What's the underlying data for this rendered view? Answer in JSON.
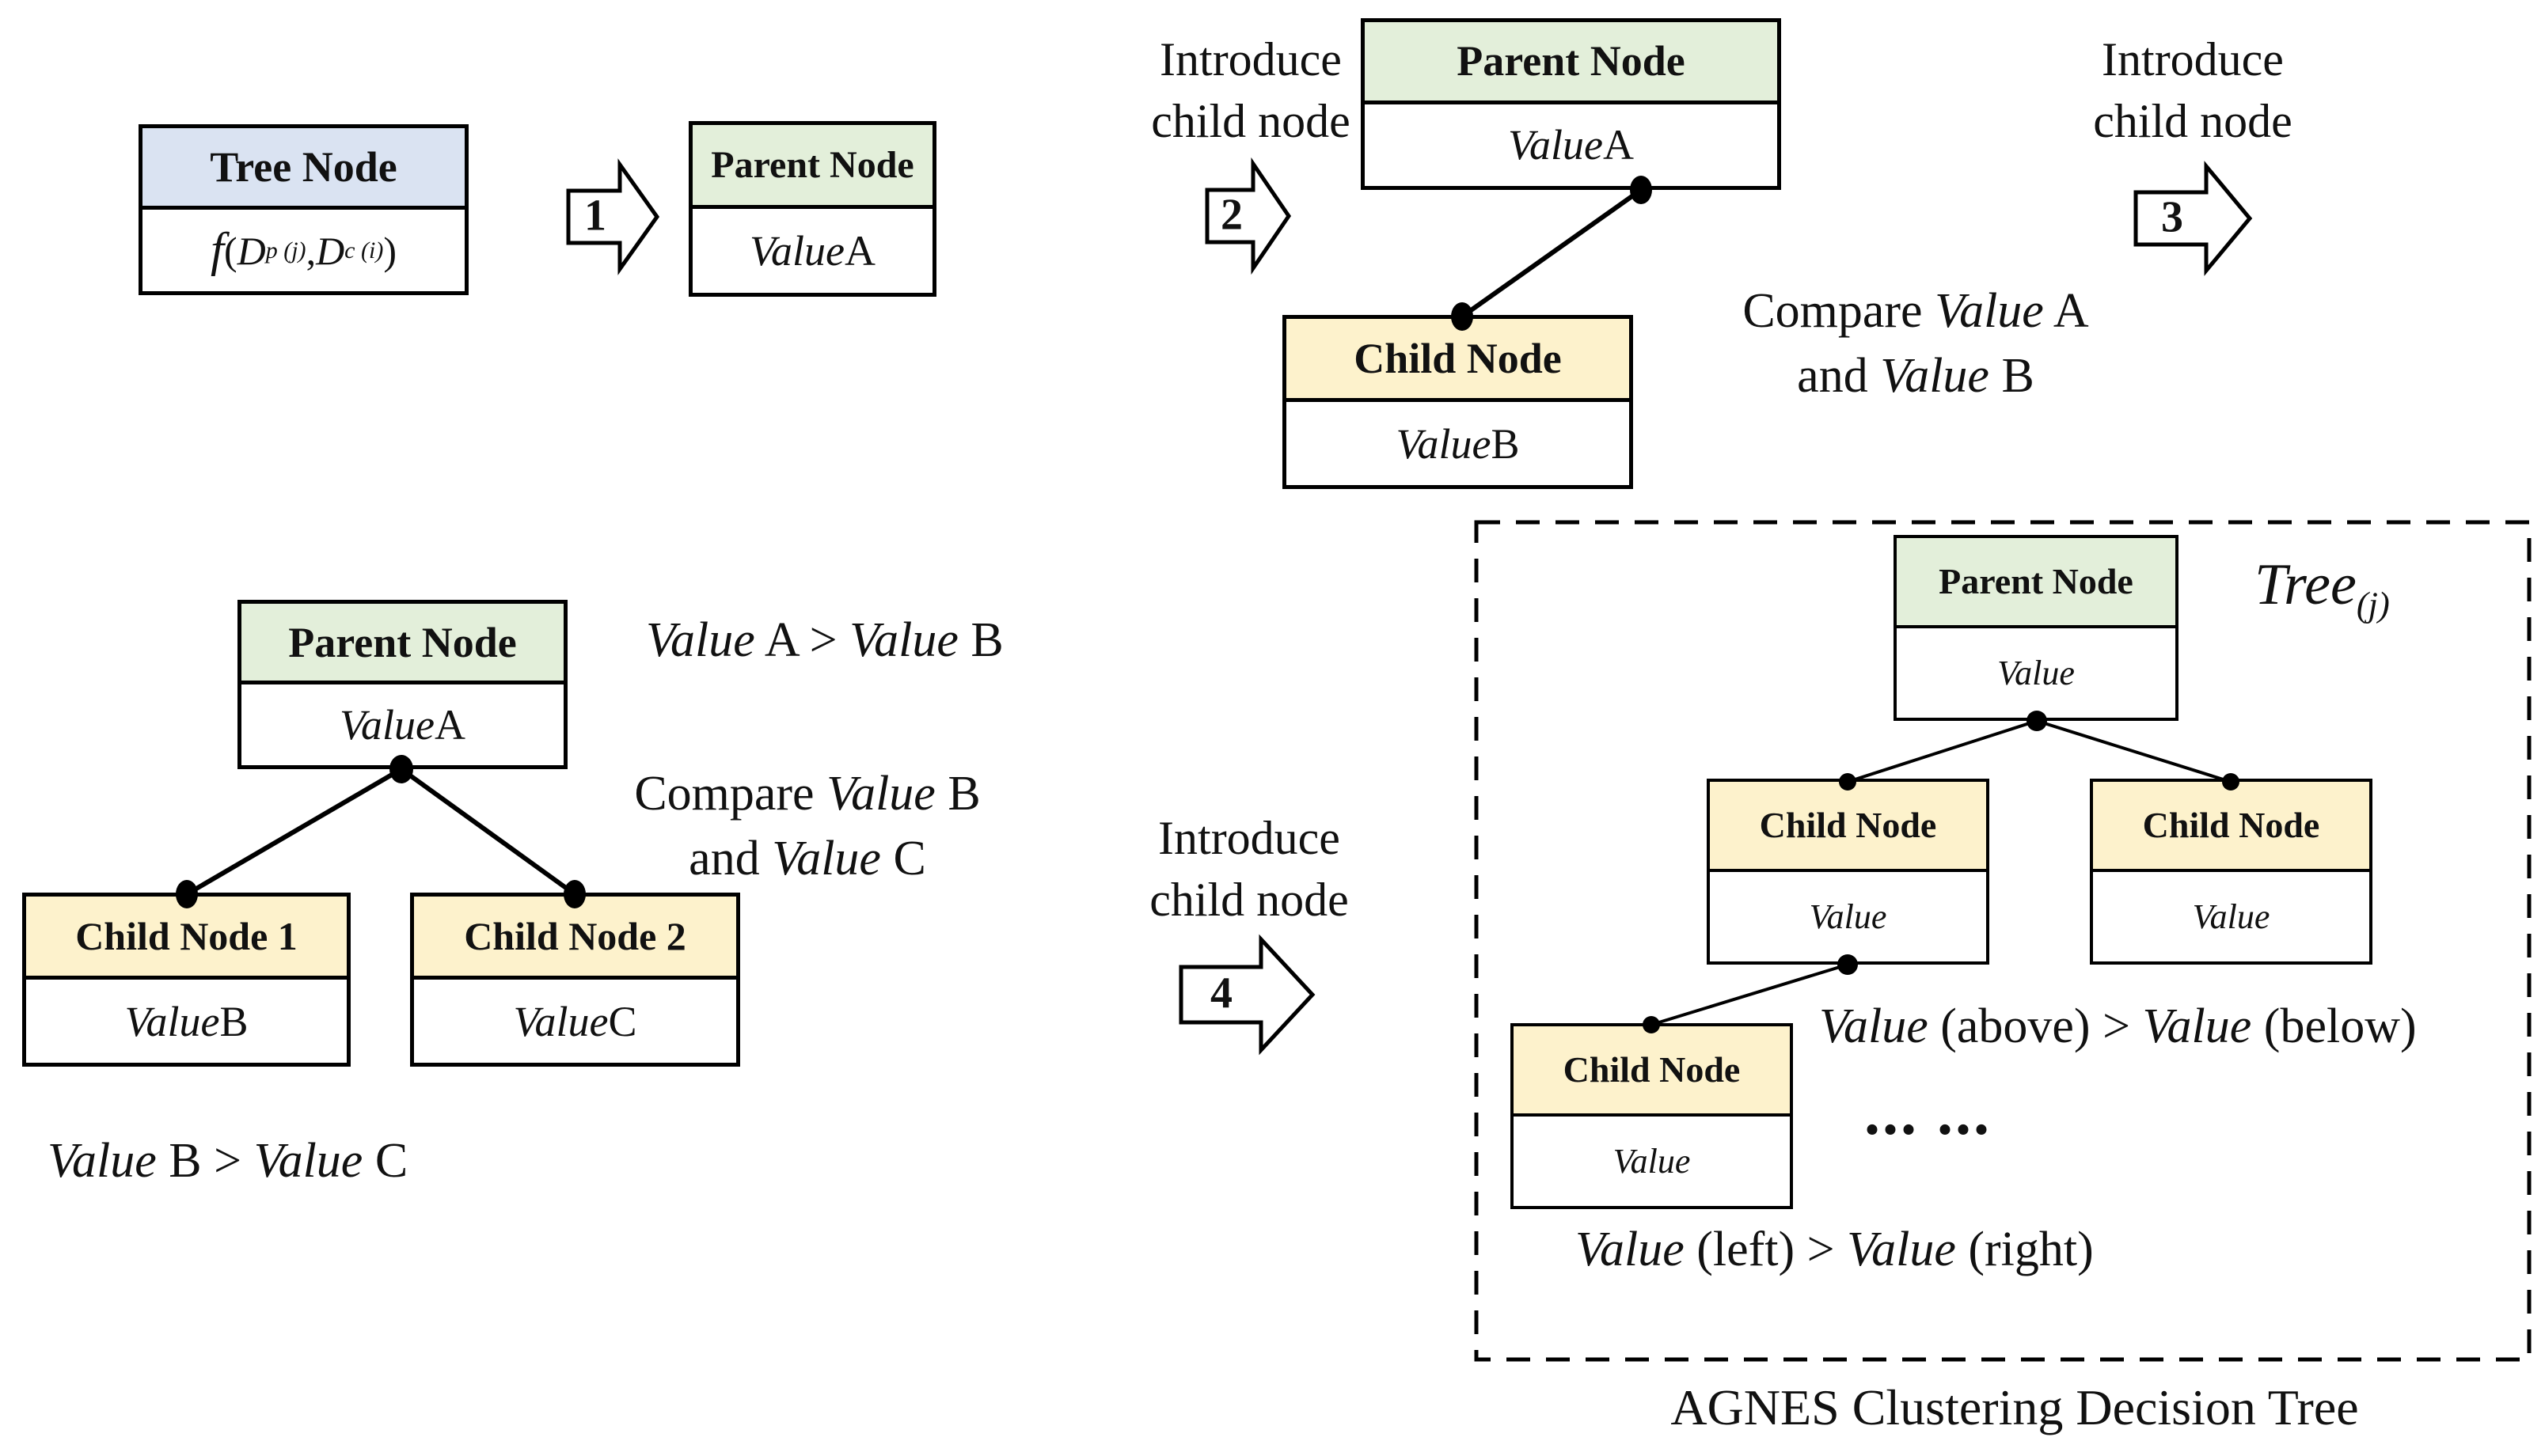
{
  "colors": {
    "tree_header": "#dae3f2",
    "parent_header": "#e3efda",
    "child_header": "#fdf2cc",
    "box_border": "#000000",
    "background": "#ffffff"
  },
  "arrows": {
    "a1": {
      "num": "1"
    },
    "a2": {
      "num": "2",
      "label_1": "Introduce",
      "label_2": "child node"
    },
    "a3": {
      "num": "3",
      "label_1": "Introduce",
      "label_2": "child node"
    },
    "a4": {
      "num": "4",
      "label_1": "Introduce",
      "label_2": "child node"
    }
  },
  "nodes": {
    "tree": {
      "title": "Tree Node",
      "formula": [
        {
          "t": "f ",
          "i": 1,
          "g": 1
        },
        {
          "t": "("
        },
        {
          "t": "D",
          "i": 1
        },
        {
          "t": "p (j)",
          "s": 1,
          "i": 1
        },
        {
          "t": ", "
        },
        {
          "t": "D",
          "i": 1
        },
        {
          "t": "c (i)",
          "s": 1,
          "i": 1
        },
        {
          "t": ")"
        }
      ]
    },
    "parent1": {
      "title": "Parent Node",
      "value": [
        {
          "t": "Value ",
          "i": 1
        },
        {
          "t": "A"
        }
      ]
    },
    "parent2": {
      "title": "Parent Node",
      "value": [
        {
          "t": "Value ",
          "i": 1
        },
        {
          "t": "A"
        }
      ]
    },
    "child_step2": {
      "title": "Child Node",
      "value": [
        {
          "t": "Value ",
          "i": 1
        },
        {
          "t": "B"
        }
      ]
    },
    "bl_parent": {
      "title": "Parent Node",
      "value": [
        {
          "t": "Value ",
          "i": 1
        },
        {
          "t": "A"
        }
      ]
    },
    "bl_child1": {
      "title": "Child Node 1",
      "value": [
        {
          "t": "Value ",
          "i": 1
        },
        {
          "t": "B"
        }
      ]
    },
    "bl_child2": {
      "title": "Child Node 2",
      "value": [
        {
          "t": "Value ",
          "i": 1
        },
        {
          "t": "C"
        }
      ]
    },
    "agnes_parent": {
      "title": "Parent Node",
      "value": [
        {
          "t": "Value",
          "i": 1
        }
      ]
    },
    "agnes_child_left": {
      "title": "Child Node",
      "value": [
        {
          "t": "Value",
          "i": 1
        }
      ]
    },
    "agnes_child_right": {
      "title": "Child Node",
      "value": [
        {
          "t": "Value",
          "i": 1
        }
      ]
    },
    "agnes_child_bottom": {
      "title": "Child Node",
      "value": [
        {
          "t": "Value",
          "i": 1
        }
      ]
    }
  },
  "annotations": {
    "compare_ab_1": [
      {
        "t": "Compare "
      },
      {
        "t": "Value",
        "i": 1
      },
      {
        "t": " A"
      }
    ],
    "compare_ab_2": [
      {
        "t": "and "
      },
      {
        "t": "Value",
        "i": 1
      },
      {
        "t": " B"
      }
    ],
    "va_gt_vb": [
      {
        "t": "Value",
        "i": 1
      },
      {
        "t": " A > "
      },
      {
        "t": "Value",
        "i": 1
      },
      {
        "t": " B"
      }
    ],
    "compare_bc_1": [
      {
        "t": "Compare "
      },
      {
        "t": "Value",
        "i": 1
      },
      {
        "t": " B"
      }
    ],
    "compare_bc_2": [
      {
        "t": "and "
      },
      {
        "t": "Value",
        "i": 1
      },
      {
        "t": " C"
      }
    ],
    "vb_gt_vc": [
      {
        "t": "Value",
        "i": 1
      },
      {
        "t": " B > "
      },
      {
        "t": "Value",
        "i": 1
      },
      {
        "t": " C"
      }
    ],
    "value_above_below": [
      {
        "t": "Value",
        "i": 1
      },
      {
        "t": " (above) > "
      },
      {
        "t": "Value",
        "i": 1
      },
      {
        "t": " (below)"
      }
    ],
    "ellipsis": "... ...",
    "value_left_right": [
      {
        "t": "Value",
        "i": 1
      },
      {
        "t": " (left) > "
      },
      {
        "t": "Value",
        "i": 1
      },
      {
        "t": " (right)"
      }
    ],
    "tree_j": [
      {
        "t": "Tree",
        "i": 1
      },
      {
        "t": "(j)",
        "s": 1,
        "i": 1
      }
    ],
    "caption": "AGNES Clustering Decision Tree"
  }
}
